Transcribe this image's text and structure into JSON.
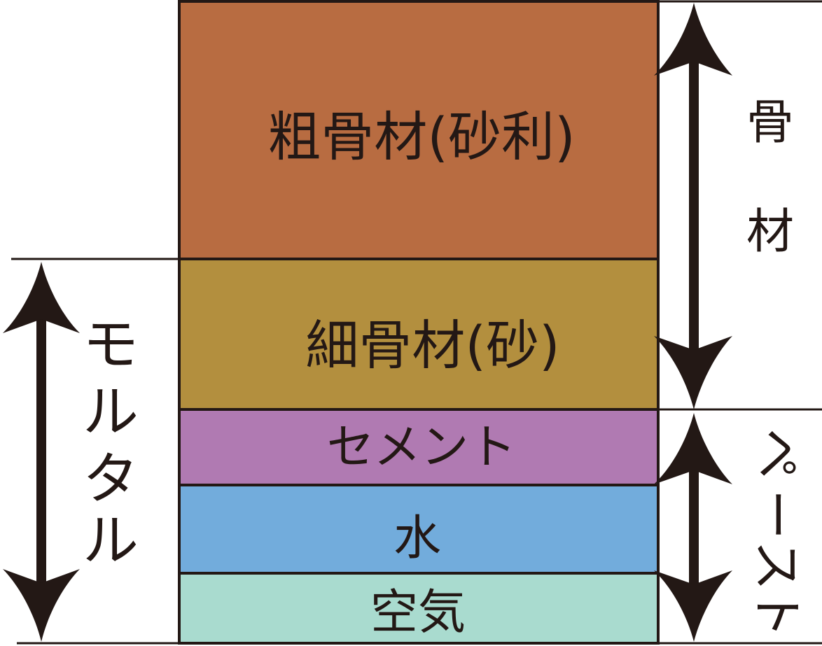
{
  "layers": [
    {
      "id": "coarse",
      "label": "粗骨材(砂利)",
      "color": "#B86C41"
    },
    {
      "id": "fine",
      "label": "細骨材(砂)",
      "color": "#B38F3E"
    },
    {
      "id": "cement",
      "label": "セメント",
      "color": "#B07AB2"
    },
    {
      "id": "water",
      "label": "水",
      "color": "#72ACDC"
    },
    {
      "id": "air",
      "label": "空気",
      "color": "#A9DBCF"
    }
  ],
  "brackets": {
    "aggregate": {
      "chars": [
        "骨",
        "材"
      ]
    },
    "mortar": {
      "chars": [
        "モ",
        "ル",
        "タ",
        "ル"
      ]
    },
    "paste": {
      "chars": [
        "ペ",
        "ー",
        "ス",
        "ト"
      ]
    }
  },
  "line_color": "#231815"
}
